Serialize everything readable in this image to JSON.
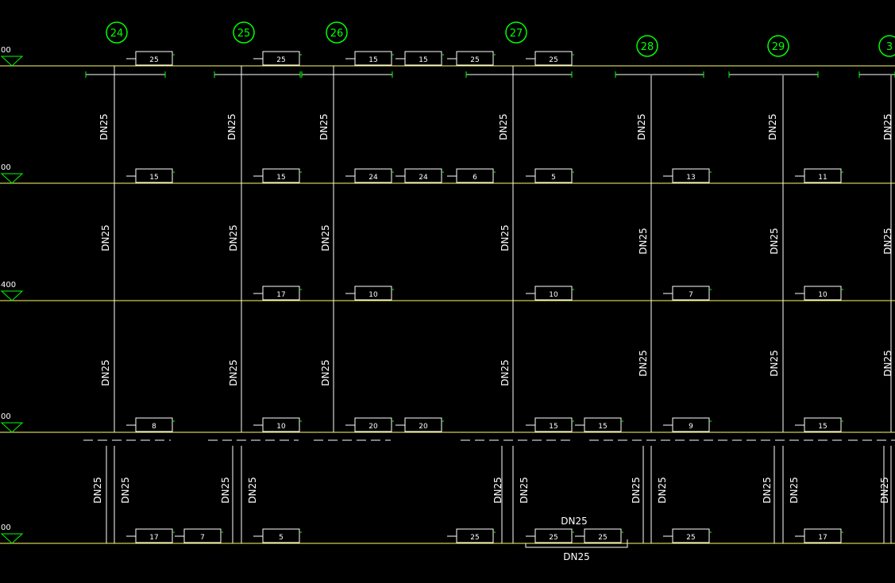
{
  "drawing": {
    "colors": {
      "background": "#000000",
      "floor_line": "#ffff66",
      "pipe": "#ffffff",
      "axis_bubble": "#00ff00",
      "tick": "#00ff00"
    },
    "level_marks": [
      "00",
      "00",
      "400",
      "00",
      "00"
    ],
    "axes": [
      "24",
      "25",
      "26",
      "27",
      "28",
      "29",
      "3"
    ],
    "pipe_label": "DN25",
    "radiators": [
      [
        "25",
        "25",
        "15",
        "15",
        "25",
        "25"
      ],
      [
        "15",
        "15",
        "24",
        "24",
        "6",
        "5",
        "13",
        "11"
      ],
      [
        "17",
        "10",
        "10",
        "7",
        "10"
      ],
      [
        "8",
        "10",
        "20",
        "20",
        "15",
        "15",
        "9",
        "15"
      ],
      [
        "17",
        "7",
        "5",
        "25",
        "25",
        "25",
        "25",
        "17"
      ]
    ]
  }
}
